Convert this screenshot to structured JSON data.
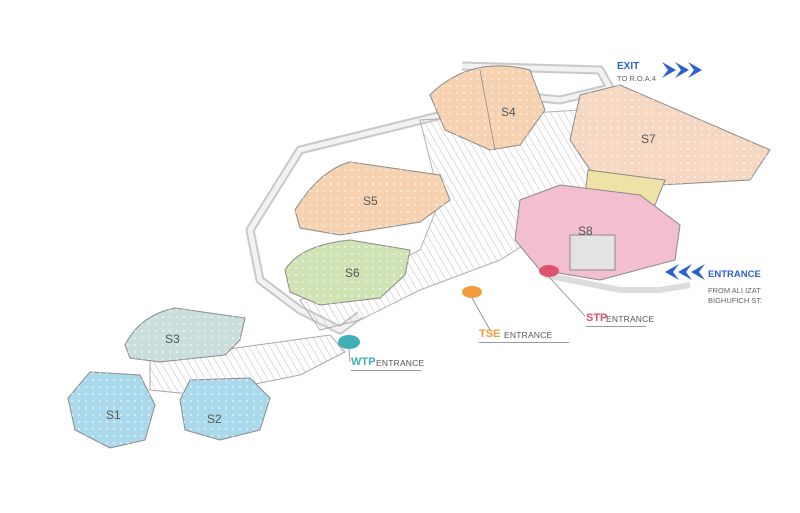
{
  "colors": {
    "s1": "#a9d9ea",
    "s2": "#a9d9ea",
    "s3": "#c9dedd",
    "s4": "#f6d2b0",
    "s5": "#f6d2b0",
    "s6": "#cfe3b5",
    "s7": "#f6d7c2",
    "s8": "#f3bfd0",
    "yellow": "#f0e2a6",
    "road": "#dcdcdc",
    "arrow": "#2e5fd1",
    "tse": "#f39a3c",
    "stp": "#e0506f",
    "wtp": "#3fb0b6"
  },
  "pods": {
    "s1": "S1",
    "s2": "S2",
    "s3": "S3",
    "s4": "S4",
    "s5": "S5",
    "s6": "S6",
    "s7": "S7",
    "s8": "S8"
  },
  "exit": {
    "title": "EXIT",
    "subtitle": "TO R.O.A.4",
    "icon": "double-chevron-right"
  },
  "entrance_main": {
    "title": "ENTRANCE",
    "line1": "FROM ALI IZAT",
    "line2": "BIGHUFICH ST.",
    "icon": "double-chevron-left"
  },
  "tse": {
    "code": "TSE",
    "word": "ENTRANCE"
  },
  "stp": {
    "code": "STP",
    "word": "ENTRANCE"
  },
  "wtp": {
    "code": "WTP",
    "word": "ENTRANCE"
  }
}
